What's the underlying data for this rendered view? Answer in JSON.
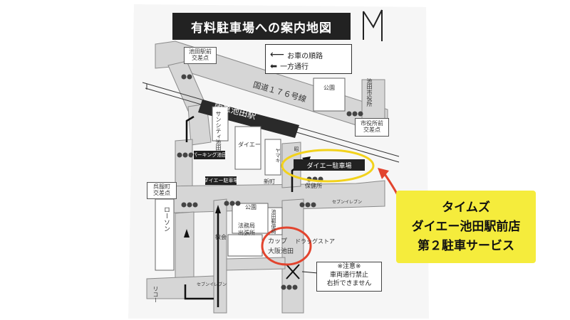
{
  "title": "有料駐車場への案内地図",
  "legend": {
    "route_label": "お車の順路",
    "oneway_label": "一方通行"
  },
  "labels": {
    "ikeda_ekimae": "池田駅前",
    "kosaten1": "交差点",
    "kokudo": "国道１７６号線",
    "hankyu": "阪急池田駅",
    "koen1": "公園",
    "ikeda_shiyakusho": "池田市役所",
    "shiyakushomae": "市役所前",
    "kosaten2": "交差点",
    "sunshine": "サンシティ池田",
    "parking_box": "パーキング池田",
    "daiei_building": "ダイエー",
    "daiei_parking": "ダイエー駐車場",
    "daiei_parking2": "ダイエー駐車場",
    "hyogocho": "呉服町",
    "kosaten3": "交差点",
    "lawson": "ローソン",
    "kyokai": "教会",
    "koen2": "公園",
    "homukyoku": "法務局",
    "shutchojo": "出張所",
    "ikeda_post": "池田郵便局",
    "hoikusho": "保健所",
    "seven": "セブンイレブン",
    "seven2": "セブンイレブン",
    "carp": "カップ",
    "osaka_ikeda": "大阪池田",
    "drugstore": "ドラッグストア",
    "riko": "リコー",
    "shoden": "昭",
    "ymt": "ヤマキ",
    "shinmachi": "新町"
  },
  "notice": {
    "line1": "※注意※",
    "line2": "車両通行禁止",
    "line3": "右折できません"
  },
  "callout": {
    "line1": "タイムズ",
    "line2": "ダイエー池田駅前店",
    "line3": "第２駐車サービス"
  },
  "colors": {
    "highlight_yellow": "#f2d21c",
    "highlight_red": "#e2442e",
    "callout_bg": "#f5ec3c",
    "road": "#d9d9d9"
  }
}
